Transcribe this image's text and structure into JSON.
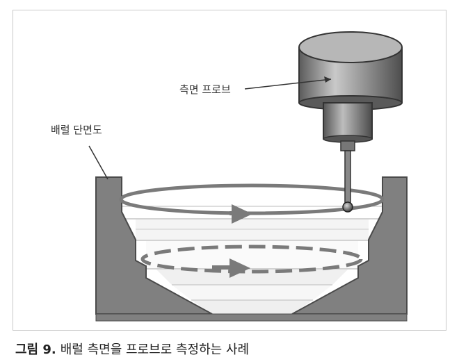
{
  "diagram": {
    "labels": {
      "probe": "측면 프로브",
      "barrel": "배럴 단면도"
    }
  },
  "caption": {
    "number": "그림 9.",
    "text": "배럴 측면을 프로브로 측정하는 사례"
  },
  "colors": {
    "barrel_fill": "#808080",
    "barrel_stroke": "#4a4a4a",
    "arrow_gray": "#7a7a7a",
    "probe_dark": "#5a5a5a"
  }
}
